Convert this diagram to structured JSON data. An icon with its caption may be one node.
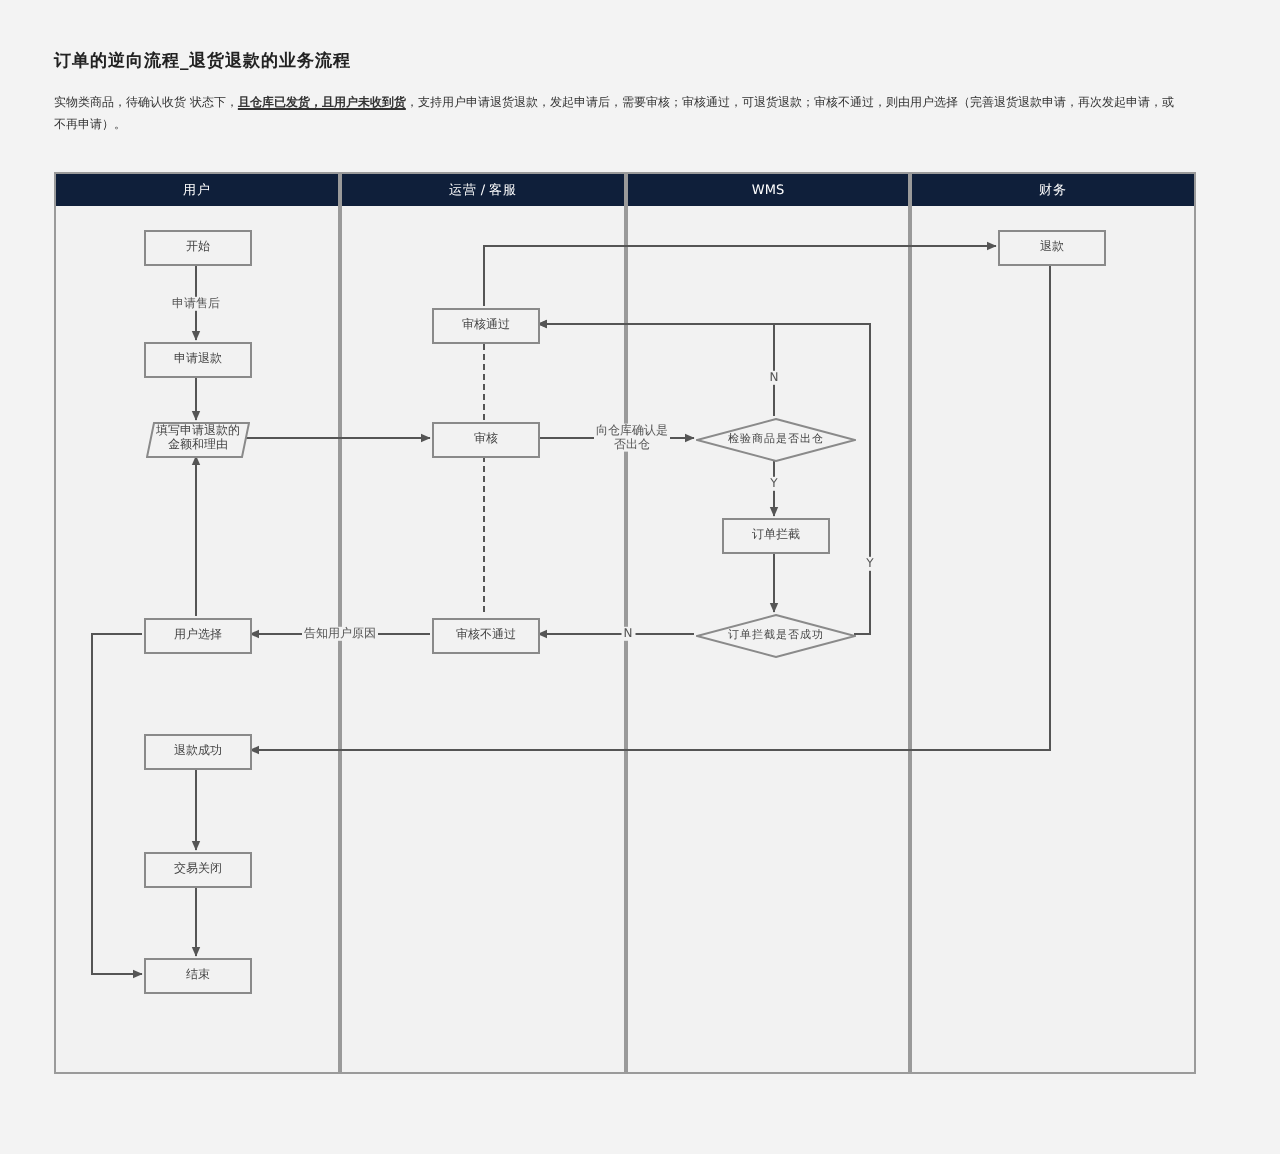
{
  "diagram": {
    "title": "订单的逆向流程_退货退款的业务流程",
    "nodes": [
      {
        "text": [
          "用户"
        ]
      },
      {
        "text": [
          "运营 / 客服"
        ]
      },
      {
        "text": [
          "WMS"
        ]
      },
      {
        "text": [
          "财务"
        ]
      },
      {
        "text": [
          "开始"
        ],
        "in": 0
      },
      {
        "text": [
          "申请退款"
        ],
        "in": 0
      },
      {
        "text": [
          "填写申请退款的金额和理由"
        ],
        "in": 0
      },
      {
        "text": [
          "用户选择"
        ],
        "in": 0
      },
      {
        "text": [
          "退款成功"
        ],
        "in": 0
      },
      {
        "text": [
          "交易关闭"
        ],
        "in": 0
      },
      {
        "text": [
          "结束"
        ],
        "in": 0
      },
      {
        "text": [
          "审核通过"
        ],
        "in": 1
      },
      {
        "text": [
          "审核"
        ],
        "in": 1
      },
      {
        "text": [
          "审核不通过"
        ],
        "in": 1
      },
      {
        "text": [
          "检验商品是否出仓"
        ],
        "in": 2
      },
      {
        "text": [
          "订单拦截"
        ],
        "in": 2
      },
      {
        "text": [
          "订单拦截是否成功"
        ],
        "in": 2
      },
      {
        "text": [
          "退款"
        ],
        "in": 3
      }
    ],
    "edges": [
      {
        "from": 4,
        "to": 5,
        "arrow": "to",
        "label": "申请售后"
      },
      {
        "from": 5,
        "to": 6,
        "arrow": "to"
      },
      {
        "from": 6,
        "to": 12,
        "arrow": "to"
      },
      {
        "from": 12,
        "to": 14,
        "arrow": "to",
        "label": "向仓库确认是否出仓"
      },
      {
        "from": 14,
        "to": 11,
        "arrow": "to",
        "label": "N"
      },
      {
        "from": 14,
        "to": 15,
        "arrow": "to",
        "label": "Y"
      },
      {
        "from": 15,
        "to": 16,
        "arrow": "to"
      },
      {
        "from": 16,
        "to": 11,
        "arrow": "to",
        "label": "Y"
      },
      {
        "from": 16,
        "to": 13,
        "arrow": "to",
        "label": "N"
      },
      {
        "from": 13,
        "to": 7,
        "arrow": "to",
        "label": "告知用户原因"
      },
      {
        "from": 7,
        "to": 6,
        "arrow": "to"
      },
      {
        "from": 7,
        "to": 10,
        "arrow": "to"
      },
      {
        "from": 11,
        "to": 17,
        "arrow": "to"
      },
      {
        "from": 17,
        "to": 8,
        "arrow": "to"
      },
      {
        "from": 8,
        "to": 9,
        "arrow": "to"
      },
      {
        "from": 9,
        "to": 10,
        "arrow": "to"
      },
      {
        "from": 12,
        "to": 11,
        "arrow": "none",
        "style": "dashed"
      },
      {
        "from": 12,
        "to": 13,
        "arrow": "none",
        "style": "dashed"
      }
    ],
    "labels": [
      "实物类商品，待确认收货 状态下，**且仓库已发货，且用户未收到货**，支持用户申请退货退款，发起申请后，需要审核；审核通过，可退货退款；审核不通过，则由用户选择（完善退货退款申请，再次发起申请，或不再申请）。"
    ]
  }
}
